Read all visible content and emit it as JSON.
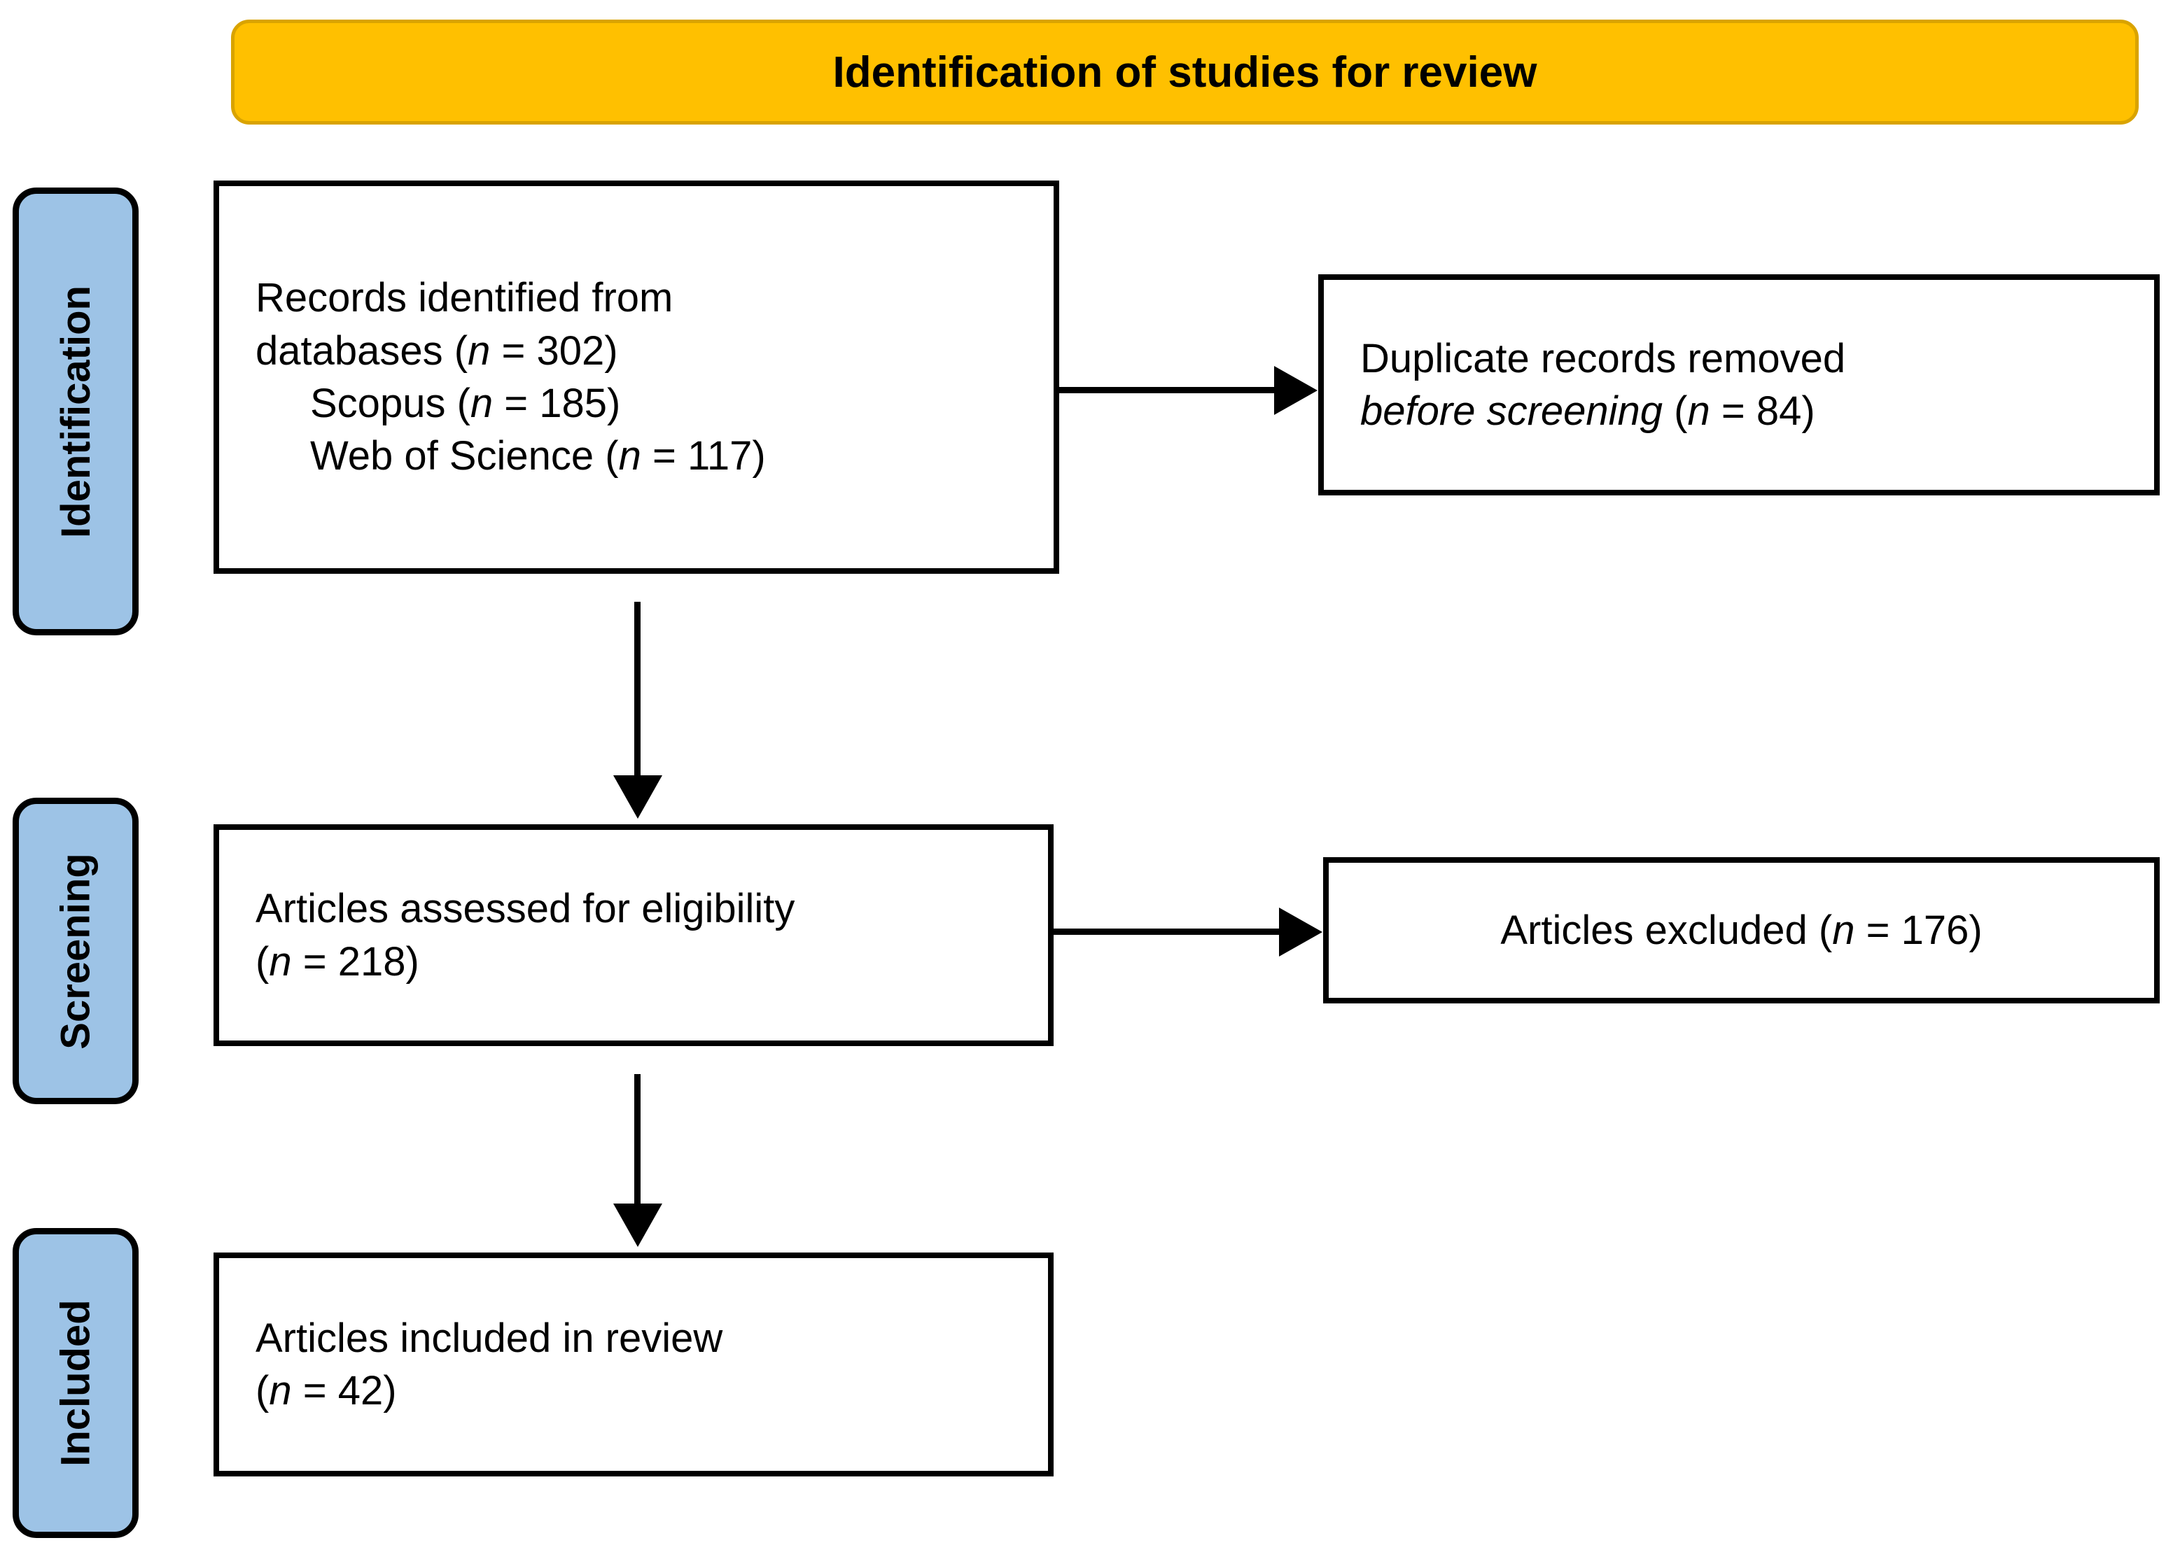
{
  "banner": {
    "title": "Identification of studies for review",
    "fill_color": "#FFC000",
    "border_color": "#D9A300"
  },
  "stages": [
    {
      "id": "identification",
      "label": "Identification",
      "fill_color": "#9DC3E6"
    },
    {
      "id": "screening",
      "label": "Screening",
      "fill_color": "#9DC3E6"
    },
    {
      "id": "included",
      "label": "Included",
      "fill_color": "#9DC3E6"
    }
  ],
  "boxes": {
    "records": {
      "line1": "Records identified from",
      "line2_prefix": "databases (",
      "line2_n": "n",
      "line2_suffix": " = 302)",
      "source1_prefix": "Scopus (",
      "source1_n": "n",
      "source1_suffix": " = 185)",
      "source2_prefix": "Web of Science (",
      "source2_n": "n",
      "source2_suffix": " = 117)"
    },
    "duplicates": {
      "line1": "Duplicate records removed",
      "line2_italic": "before screening",
      "line2_open": " (",
      "line2_n": "n",
      "line2_suffix": " = 84)"
    },
    "eligibility": {
      "line1": "Articles assessed for eligibility",
      "line2_open": "(",
      "line2_n": "n",
      "line2_suffix": " = 218)"
    },
    "excluded": {
      "line1_prefix": "Articles excluded (",
      "line1_n": "n",
      "line1_suffix": " = 176)"
    },
    "included": {
      "line1": "Articles included in review",
      "line2_open": "(",
      "line2_n": "n",
      "line2_suffix": " = 42)"
    }
  },
  "chart_data": {
    "type": "diagram",
    "title": "Identification of studies for review",
    "diagram_kind": "PRISMA flow diagram",
    "stages": [
      "Identification",
      "Screening",
      "Included"
    ],
    "nodes": [
      {
        "id": "records",
        "stage": "Identification",
        "label": "Records identified from databases",
        "n": 302,
        "sub_sources": [
          {
            "name": "Scopus",
            "n": 185
          },
          {
            "name": "Web of Science",
            "n": 117
          }
        ]
      },
      {
        "id": "duplicates",
        "stage": "Identification",
        "label": "Duplicate records removed before screening",
        "n": 84
      },
      {
        "id": "eligibility",
        "stage": "Screening",
        "label": "Articles assessed for eligibility",
        "n": 218
      },
      {
        "id": "excluded",
        "stage": "Screening",
        "label": "Articles excluded",
        "n": 176
      },
      {
        "id": "included",
        "stage": "Included",
        "label": "Articles included in review",
        "n": 42
      }
    ],
    "edges": [
      {
        "from": "records",
        "to": "duplicates",
        "direction": "right"
      },
      {
        "from": "records",
        "to": "eligibility",
        "direction": "down"
      },
      {
        "from": "eligibility",
        "to": "excluded",
        "direction": "right"
      },
      {
        "from": "eligibility",
        "to": "included",
        "direction": "down"
      }
    ]
  }
}
